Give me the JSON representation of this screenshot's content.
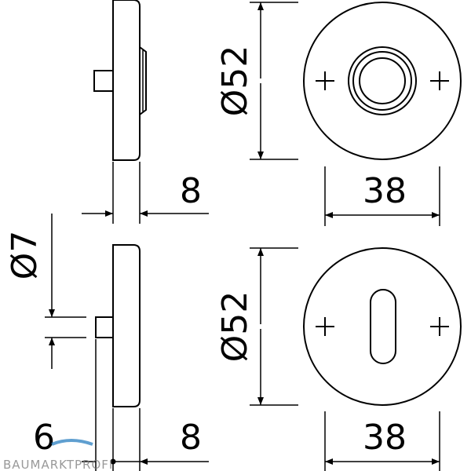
{
  "top_view": {
    "thickness_label": "8",
    "diameter_label": "Ø52",
    "hole_spacing_label": "38"
  },
  "bottom_view": {
    "thickness_label": "8",
    "diameter_label": "Ø52",
    "hole_spacing_label": "38",
    "pin_diameter_label": "Ø7",
    "pin_length_label": "6"
  },
  "watermark": {
    "text": "BAUMARKTPROFI"
  },
  "colors": {
    "line": "#000000",
    "background": "#ffffff",
    "watermark_accent": "#2a7fc1"
  }
}
